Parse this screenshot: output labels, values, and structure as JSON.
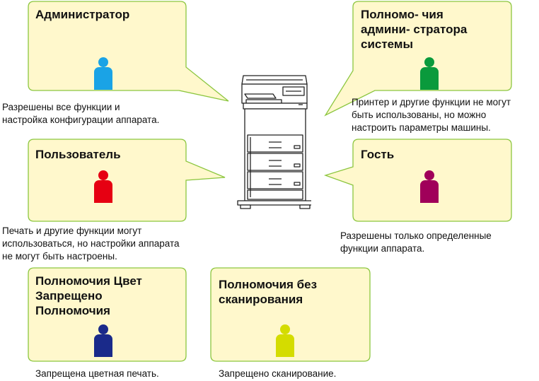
{
  "roles": [
    {
      "id": "administrator",
      "title": "Администратор",
      "description": "Разрешены все функции и\nнастройка конфигурации аппарата.",
      "color": "#1aa3e6"
    },
    {
      "id": "system-admin",
      "title": "Полномо- чия\nадмини- стратора\nсистемы",
      "description": "Принтер и другие функции не могут\nбыть использованы, но можно\nнастроить параметры машины.",
      "color": "#0a9a3c"
    },
    {
      "id": "user",
      "title": "Пользователь",
      "description": "Печать и другие функции могут\nиспользоваться, но настройки аппарата\nне могут быть настроены.",
      "color": "#e60012"
    },
    {
      "id": "guest",
      "title": "Гость",
      "description": "Разрешены только определенные\nфункции аппарата.",
      "color": "#a0005a"
    },
    {
      "id": "color-prohibited",
      "title": "Полномочия Цвет\nЗапрещено\nПолномочия",
      "description": "Запрещена цветная печать.",
      "color": "#1a2a8a"
    },
    {
      "id": "no-scan",
      "title": "Полномочия без\nсканирования",
      "description": "Запрещено сканирование.",
      "color": "#d4dc00"
    }
  ],
  "colors": {
    "bubble_fill": "#fff8cc",
    "bubble_stroke": "#8cc63f"
  }
}
